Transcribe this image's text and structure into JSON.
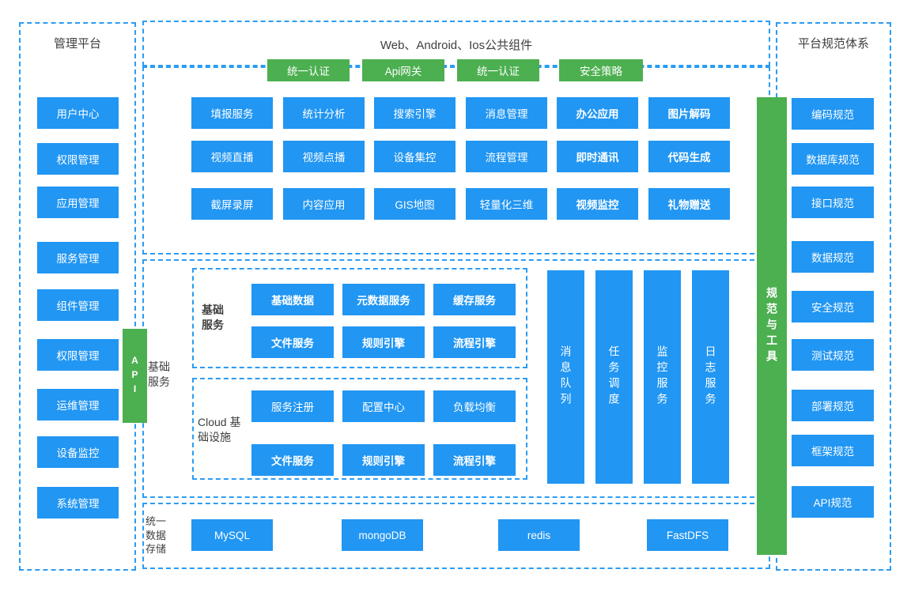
{
  "colors": {
    "box_blue": "#2196f3",
    "accent_green": "#4caf50",
    "dashed_border_blue": "#2b9cf2",
    "heading_text": "#3f3f3f"
  },
  "left_sidebar": {
    "title": "管理平台",
    "items": [
      "用户中心",
      "权限管理",
      "应用管理",
      "服务管理",
      "组件管理",
      "权限管理",
      "运维管理",
      "设备监控",
      "系统管理"
    ]
  },
  "api_badge": {
    "label": "API"
  },
  "top_box": {
    "title": "Web、Android、Ios公共组件",
    "buttons": [
      "统一认证",
      "Api网关",
      "统一认证",
      "安全策略"
    ]
  },
  "components": {
    "rows": [
      [
        "填报服务",
        "统计分析",
        "搜索引擎",
        "消息管理",
        "办公应用",
        "图片解码"
      ],
      [
        "视频直播",
        "视频点播",
        "设备集控",
        "流程管理",
        "即时通讯",
        "代码生成"
      ],
      [
        "截屏录屏",
        "内容应用",
        "GIS地图",
        "轻量化三维",
        "视频监控",
        "礼物赠送"
      ]
    ]
  },
  "base_services": {
    "section_label": "基础服务",
    "group1": {
      "label": "基础服务",
      "boxes": [
        "基础数据",
        "元数据服务",
        "缓存服务",
        "文件服务",
        "规则引擎",
        "流程引擎"
      ]
    },
    "group2": {
      "label": "Cloud 基础设施",
      "boxes": [
        "服务注册",
        "配置中心",
        "负载均衡",
        "文件服务",
        "规则引擎",
        "流程引擎"
      ]
    },
    "bars": [
      "消息队列",
      "任务调度",
      "监控服务",
      "日志服务"
    ]
  },
  "storage": {
    "label": "统一数据存储",
    "boxes": [
      "MySQL",
      "mongoDB",
      "redis",
      "FastDFS"
    ]
  },
  "tools_bar": {
    "label": "规范与工具"
  },
  "right_sidebar": {
    "title": "平台规范体系",
    "items": [
      "编码规范",
      "数据库规范",
      "接口规范",
      "数据规范",
      "安全规范",
      "测试规范",
      "部署规范",
      "框架规范",
      "API规范"
    ]
  }
}
